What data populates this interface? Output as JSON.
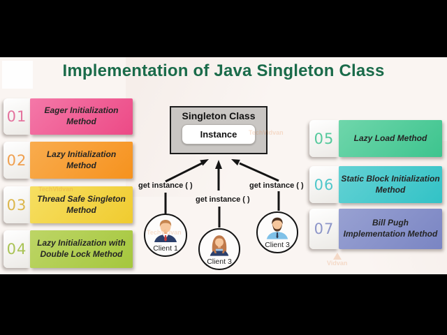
{
  "title": "Implementation of Java Singleton Class",
  "colors": {
    "title": "#1a6b4a",
    "letterbox": "#000000",
    "content_background": "#faf5f2",
    "singleton_box_fill": "#c9c6c3",
    "arrow": "#141414"
  },
  "methods": [
    {
      "number": "01",
      "label": "Eager Initialization Method",
      "color": "#ec4a86",
      "color_light": "#f478a8",
      "number_color": "#e4739e"
    },
    {
      "number": "02",
      "label": "Lazy Initialization Method",
      "color": "#f6921e",
      "color_light": "#f9ac4e",
      "number_color": "#ef9f4e"
    },
    {
      "number": "03",
      "label": "Thread Safe Singleton Method",
      "color": "#f0cb2f",
      "color_light": "#f6df62",
      "number_color": "#dcb64b"
    },
    {
      "number": "04",
      "label": "Lazy Initialization with Double Lock Method",
      "color": "#a5c73d",
      "color_light": "#bdd566",
      "number_color": "#a9c355"
    },
    {
      "number": "05",
      "label": "Lazy Load Method",
      "color": "#3dc48e",
      "color_light": "#6fd6ab",
      "number_color": "#54c99c"
    },
    {
      "number": "06",
      "label": "Static Block Initialization Method",
      "color": "#32c2c6",
      "color_light": "#64d2d4",
      "number_color": "#4fc7ca"
    },
    {
      "number": "07",
      "label": "Bill Pugh Implementation Method",
      "color": "#7a85c3",
      "color_light": "#98a1d2",
      "number_color": "#8d96c9"
    }
  ],
  "singleton": {
    "title": "Singleton Class",
    "instance_label": "Instance"
  },
  "calls": [
    {
      "label": "get instance ( )"
    },
    {
      "label": "get instance ( )"
    },
    {
      "label": "get instance ( )"
    }
  ],
  "clients": [
    {
      "label": "Client 1",
      "avatar": "man-light-brown-hair-navy-suit-red-tie"
    },
    {
      "label": "Client 3",
      "avatar": "woman-long-auburn-hair-navy-top"
    },
    {
      "label": "Client 3",
      "avatar": "man-dark-hair-beard-blue-shirt"
    }
  ],
  "watermark": {
    "text": "TechVidvan",
    "short_text": "Vidvan",
    "color": "#e07a35"
  }
}
